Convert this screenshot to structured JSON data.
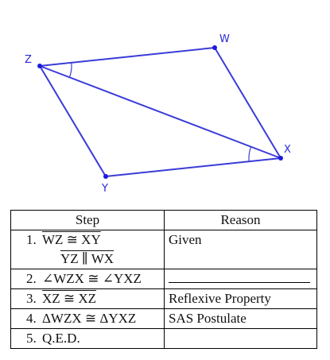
{
  "diagram": {
    "points": [
      {
        "id": "W",
        "label": "W"
      },
      {
        "id": "X",
        "label": "X"
      },
      {
        "id": "Y",
        "label": "Y"
      },
      {
        "id": "Z",
        "label": "Z"
      }
    ],
    "line_color": "#3b3bd9",
    "point_color": "#1a1ae0"
  },
  "proof": {
    "headers": {
      "step": "Step",
      "reason": "Reason"
    },
    "rows": [
      {
        "num": "1.",
        "step": "WZ ≅ XY",
        "step_line2": "YZ ∥ WX",
        "reason": "Given"
      },
      {
        "num": "2.",
        "step": "∠WZX ≅ ∠YXZ",
        "reason": ""
      },
      {
        "num": "3.",
        "step": "XZ ≅ XZ",
        "reason": "Reflexive Property"
      },
      {
        "num": "4.",
        "step": "ΔWZX ≅ ΔYXZ",
        "reason": "SAS Postulate"
      },
      {
        "num": "5.",
        "step": "Q.E.D.",
        "reason": ""
      }
    ]
  }
}
